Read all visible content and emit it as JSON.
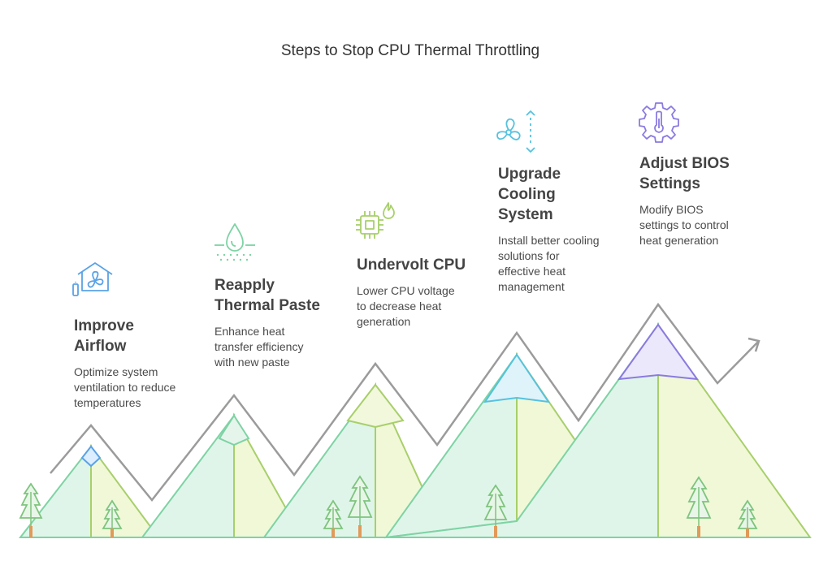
{
  "title": "Steps to Stop CPU Thermal Throttling",
  "colors": {
    "outline": "#9b9b9b",
    "mountain_green_fill": "#dff5ea",
    "mountain_green_stroke": "#7ed3a4",
    "mountain_lime_fill": "#f0f8d8",
    "mountain_lime_stroke": "#a8cf6a",
    "snow_blue": "#5aa2e6",
    "snow_teal": "#55c2df",
    "snow_lime": "#c6dd90",
    "snow_purple": "#8a7be0",
    "tree_stroke": "#7ec47e",
    "tree_fill": "#e8f6e8",
    "tree_trunk": "#e09a5a"
  },
  "steps": [
    {
      "heading_line1": "Improve",
      "heading_line2": "Airflow",
      "desc_line1": "Optimize system",
      "desc_line2": "ventilation to reduce",
      "desc_line3": "temperatures",
      "icon": "house-fan-icon"
    },
    {
      "heading_line1": "Reapply",
      "heading_line2": "Thermal Paste",
      "desc_line1": "Enhance heat",
      "desc_line2": "transfer efficiency",
      "desc_line3": "with new paste",
      "icon": "droplet-icon"
    },
    {
      "heading_line1": "Undervolt CPU",
      "desc_line1": "Lower CPU voltage",
      "desc_line2": "to decrease heat",
      "desc_line3": "generation",
      "icon": "cpu-flame-icon"
    },
    {
      "heading_line1": "Upgrade",
      "heading_line2": "Cooling",
      "heading_line3": "System",
      "desc_line1": "Install better cooling",
      "desc_line2": "solutions for",
      "desc_line3": "effective heat",
      "desc_line4": "management",
      "icon": "fan-arrows-icon"
    },
    {
      "heading_line1": "Adjust BIOS",
      "heading_line2": "Settings",
      "desc_line1": "Modify BIOS",
      "desc_line2": "settings to control",
      "desc_line3": "heat generation",
      "icon": "gear-thermometer-icon"
    }
  ]
}
